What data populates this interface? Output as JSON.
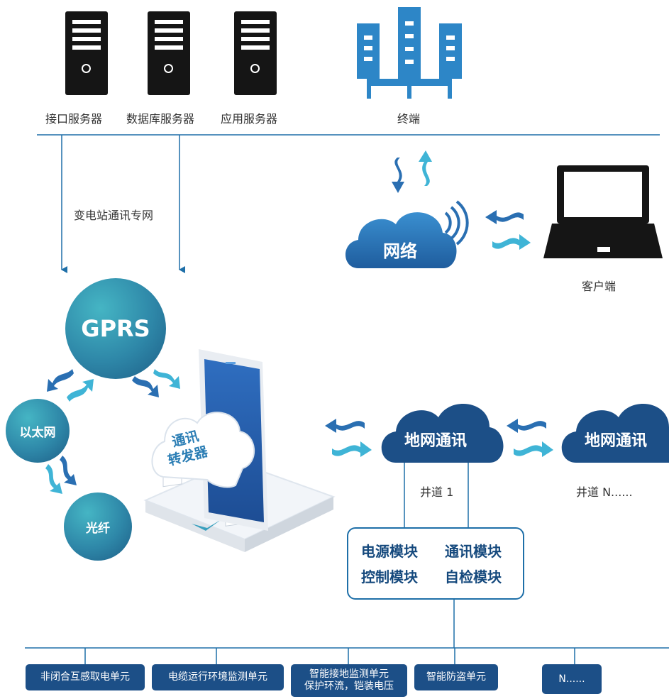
{
  "servers": {
    "interface": "接口服务器",
    "database": "数据库服务器",
    "application": "应用服务器"
  },
  "terminal": "终端",
  "substation_network": "变电站通讯专网",
  "network_cloud": "网络",
  "client": "客户端",
  "gprs": "GPRS",
  "ethernet": "以太网",
  "fiber": "光纤",
  "relay": {
    "line1": "通讯",
    "line2": "转发器"
  },
  "ground_comm_1": {
    "label": "地网通讯",
    "well": "井道 1"
  },
  "ground_comm_n": {
    "label": "地网通讯",
    "well": "井道 N......"
  },
  "modules": [
    "电源模块",
    "通讯模块",
    "控制模块",
    "自检模块"
  ],
  "units": [
    {
      "line1": "非闭合互感取电单元"
    },
    {
      "line1": "电缆运行环境监测单元"
    },
    {
      "line1": "智能接地监测单元",
      "line2": "保护环流，铠装电压"
    },
    {
      "line1": "智能防盗单元"
    },
    {
      "line1": "N......"
    }
  ],
  "colors": {
    "navy": "#1c4f87",
    "blue": "#2d7ab8",
    "teal": "#3aa0be",
    "line": "#1e6fa8"
  }
}
